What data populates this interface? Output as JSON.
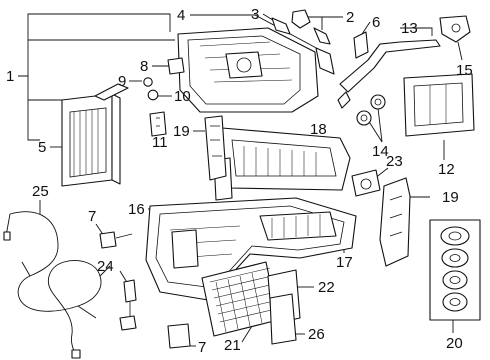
{
  "callouts": {
    "n1": "1",
    "n2": "2",
    "n3": "3",
    "n4": "4",
    "n5": "5",
    "n6": "6",
    "n7a": "7",
    "n7b": "7",
    "n8": "8",
    "n9": "9",
    "n10": "10",
    "n11": "11",
    "n12": "12",
    "n13": "13",
    "n14": "14",
    "n15": "15",
    "n16": "16",
    "n17": "17",
    "n18": "18",
    "n19a": "19",
    "n19b": "19",
    "n20": "20",
    "n21": "21",
    "n22": "22",
    "n23": "23",
    "n24": "24",
    "n25": "25",
    "n26": "26"
  }
}
